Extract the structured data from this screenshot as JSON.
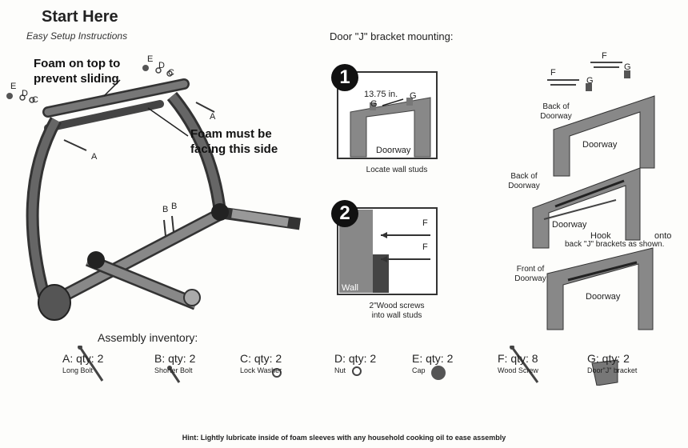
{
  "header": {
    "title": "Start Here",
    "subtitle": "Easy Setup Instructions"
  },
  "callouts": {
    "foam_top_line1": "Foam on top to",
    "foam_top_line2": "prevent sliding",
    "foam_side_line1": "Foam must be",
    "foam_side_line2": "facing this side"
  },
  "main_labels": {
    "E": "E",
    "D": "D",
    "C": "C",
    "A": "A",
    "B": "B"
  },
  "door_section": {
    "heading": "Door \"J\" bracket mounting:",
    "step1": {
      "number": "1",
      "measure": "13.75 in.",
      "bracket": "G",
      "doorway": "Doorway",
      "caption": "Locate wall studs"
    },
    "step2": {
      "number": "2",
      "screw": "F",
      "wall": "Wall",
      "caption_line1": "2\"Wood screws",
      "caption_line2": "into wall studs"
    }
  },
  "right_section": {
    "f": "F",
    "g": "G",
    "back_of_doorway_1_line1": "Back of",
    "back_of_doorway_1_line2": "Doorway",
    "doorway": "Doorway",
    "back_of_doorway_2_line1": "Back of",
    "back_of_doorway_2_line2": "Doorway",
    "hook_text_1": "Hook",
    "hook_text_2": "onto",
    "hook_text_3": "back \"J\" brackets as shown.",
    "front_of_doorway_line1": "Front of",
    "front_of_doorway_line2": "Doorway"
  },
  "inventory": {
    "heading": "Assembly inventory:",
    "items": [
      {
        "qty": "A: qty: 2",
        "name": "Long Bolt"
      },
      {
        "qty": "B: qty: 2",
        "name": "Shorter Bolt"
      },
      {
        "qty": "C: qty: 2",
        "name": "Lock Washer"
      },
      {
        "qty": "D: qty: 2",
        "name": "Nut"
      },
      {
        "qty": "E: qty: 2",
        "name": "Cap"
      },
      {
        "qty": "F: qty: 8",
        "name": "Wood Screw"
      },
      {
        "qty": "G: qty: 2",
        "name": "Door\"J\" bracket"
      }
    ]
  },
  "hint": "Hint: Lightly lubricate inside of foam sleeves with any household cooking oil to ease assembly"
}
